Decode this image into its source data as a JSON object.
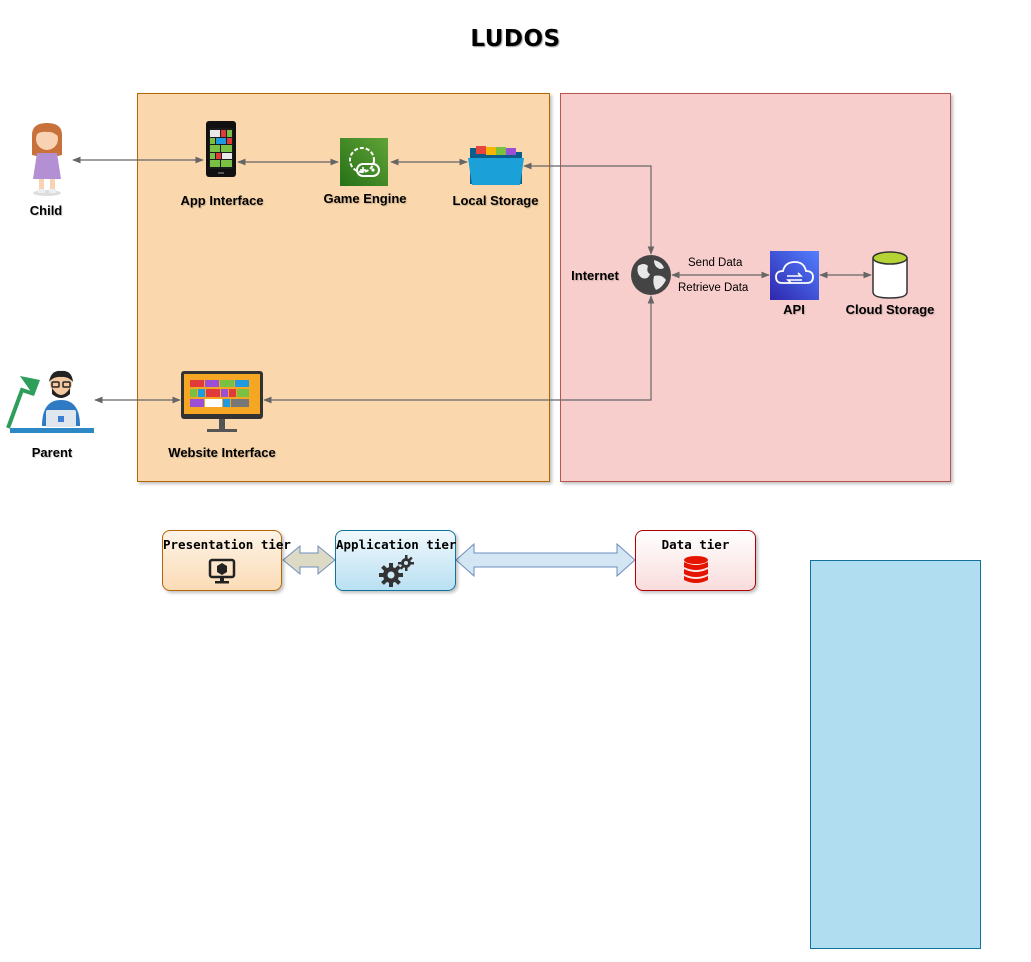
{
  "diagram": {
    "title": "LUDOS",
    "actors": {
      "child": "Child",
      "parent": "Parent"
    },
    "components": {
      "app_interface": "App Interface",
      "game_engine": "Game Engine",
      "local_storage": "Local Storage",
      "website_interface": "Website Interface",
      "internet": "Internet",
      "api": "API",
      "cloud_storage": "Cloud Storage"
    },
    "edge_labels": {
      "send": "Send Data",
      "retrieve": "Retrieve Data"
    },
    "tiers": {
      "presentation": "Presentation tier",
      "application": "Application tier",
      "data": "Data tier"
    },
    "colors": {
      "app_zone_fill": "#fad7ac",
      "app_zone_stroke": "#b46504",
      "cloud_zone_fill": "#f8cecc",
      "cloud_zone_stroke": "#b85450",
      "extra_zone_fill": "#b1ddf0",
      "extra_zone_stroke": "#10739e",
      "connector": "#666666"
    }
  }
}
